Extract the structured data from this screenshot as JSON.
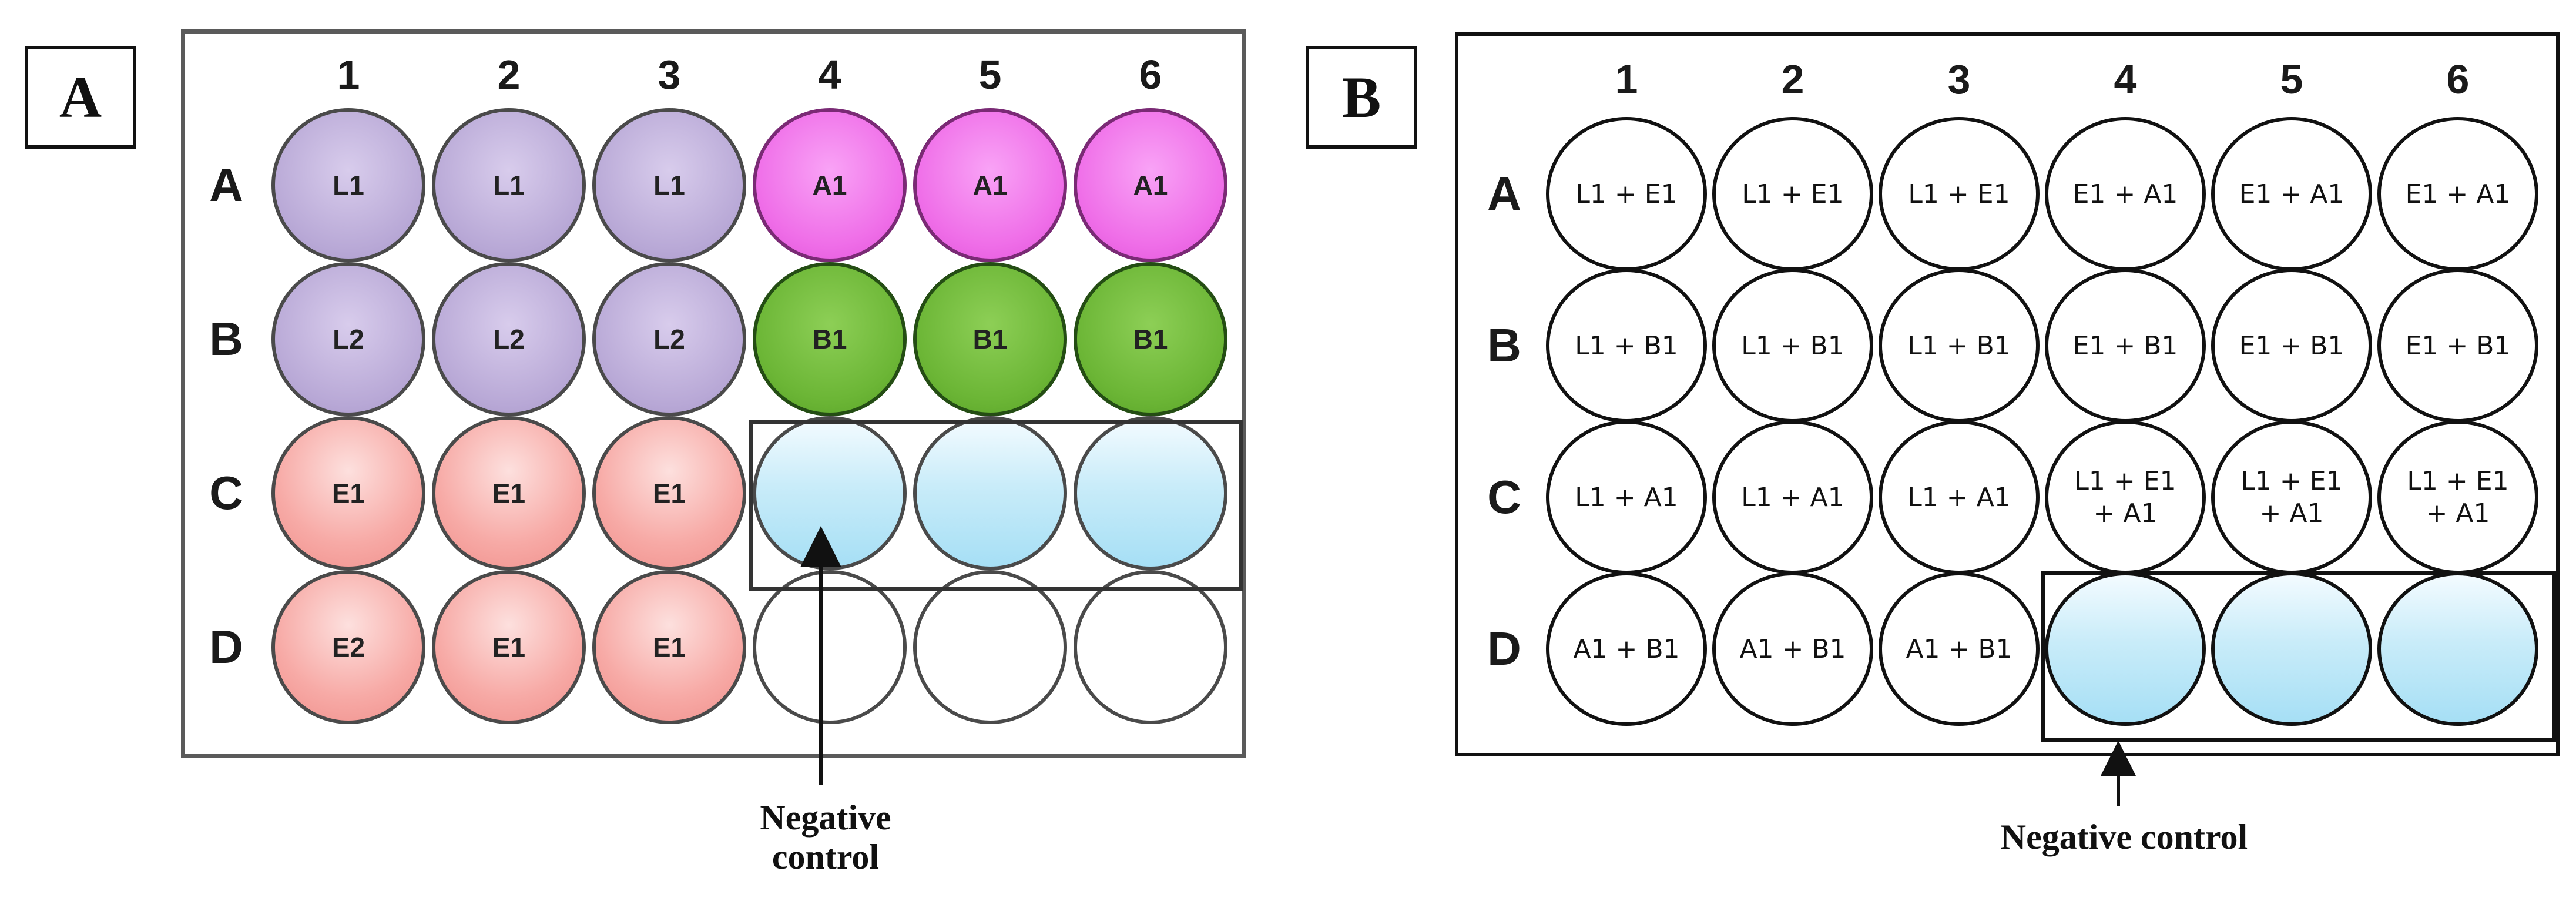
{
  "panel_a": {
    "label": "A",
    "columns": [
      "1",
      "2",
      "3",
      "4",
      "5",
      "6"
    ],
    "rows": [
      "A",
      "B",
      "C",
      "D"
    ],
    "wells": [
      [
        {
          "text": "L1",
          "fill": "lavender"
        },
        {
          "text": "L1",
          "fill": "lavender"
        },
        {
          "text": "L1",
          "fill": "lavender"
        },
        {
          "text": "A1",
          "fill": "magenta"
        },
        {
          "text": "A1",
          "fill": "magenta"
        },
        {
          "text": "A1",
          "fill": "magenta"
        }
      ],
      [
        {
          "text": "L2",
          "fill": "lavender"
        },
        {
          "text": "L2",
          "fill": "lavender"
        },
        {
          "text": "L2",
          "fill": "lavender"
        },
        {
          "text": "B1",
          "fill": "green"
        },
        {
          "text": "B1",
          "fill": "green"
        },
        {
          "text": "B1",
          "fill": "green"
        }
      ],
      [
        {
          "text": "E1",
          "fill": "pink"
        },
        {
          "text": "E1",
          "fill": "pink"
        },
        {
          "text": "E1",
          "fill": "pink"
        },
        {
          "text": "",
          "fill": "light-blue"
        },
        {
          "text": "",
          "fill": "light-blue"
        },
        {
          "text": "",
          "fill": "light-blue"
        }
      ],
      [
        {
          "text": "E2",
          "fill": "pink"
        },
        {
          "text": "E1",
          "fill": "pink"
        },
        {
          "text": "E1",
          "fill": "pink"
        },
        {
          "text": "",
          "fill": "empty"
        },
        {
          "text": "",
          "fill": "empty"
        },
        {
          "text": "",
          "fill": "empty"
        }
      ]
    ],
    "negative_control_line1": "Negative",
    "negative_control_line2": "control"
  },
  "panel_b": {
    "label": "B",
    "columns": [
      "1",
      "2",
      "3",
      "4",
      "5",
      "6"
    ],
    "rows": [
      "A",
      "B",
      "C",
      "D"
    ],
    "wells": [
      [
        {
          "text": "L1 + E1",
          "fill": "empty"
        },
        {
          "text": "L1 + E1",
          "fill": "empty"
        },
        {
          "text": "L1 + E1",
          "fill": "empty"
        },
        {
          "text": "E1 + A1",
          "fill": "empty"
        },
        {
          "text": "E1 + A1",
          "fill": "empty"
        },
        {
          "text": "E1 + A1",
          "fill": "empty"
        }
      ],
      [
        {
          "text": "L1 + B1",
          "fill": "empty"
        },
        {
          "text": "L1 + B1",
          "fill": "empty"
        },
        {
          "text": "L1 + B1",
          "fill": "empty"
        },
        {
          "text": "E1 + B1",
          "fill": "empty"
        },
        {
          "text": "E1 + B1",
          "fill": "empty"
        },
        {
          "text": "E1 + B1",
          "fill": "empty"
        }
      ],
      [
        {
          "text": "L1 + A1",
          "fill": "empty"
        },
        {
          "text": "L1 + A1",
          "fill": "empty"
        },
        {
          "text": "L1 + A1",
          "fill": "empty"
        },
        {
          "text": "L1 + E1\n+ A1",
          "fill": "empty"
        },
        {
          "text": "L1 + E1\n+ A1",
          "fill": "empty"
        },
        {
          "text": "L1 + E1\n+ A1",
          "fill": "empty"
        }
      ],
      [
        {
          "text": "A1 + B1",
          "fill": "empty"
        },
        {
          "text": "A1 + B1",
          "fill": "empty"
        },
        {
          "text": "A1 + B1",
          "fill": "empty"
        },
        {
          "text": "",
          "fill": "light-blue"
        },
        {
          "text": "",
          "fill": "light-blue"
        },
        {
          "text": "",
          "fill": "light-blue"
        }
      ]
    ],
    "negative_control": "Negative control"
  }
}
